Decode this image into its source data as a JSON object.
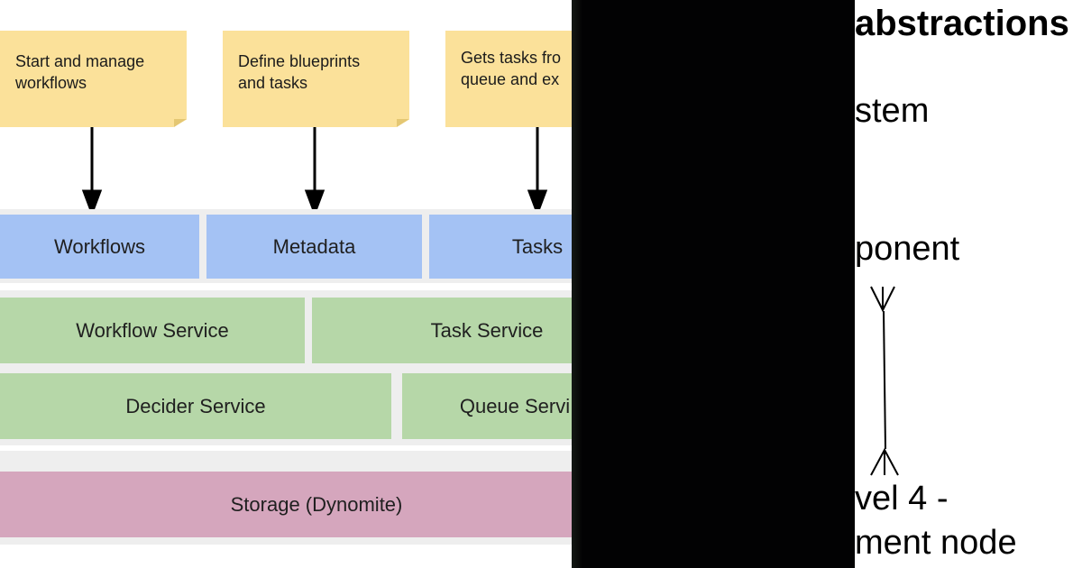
{
  "notes": [
    {
      "line1": "Start and manage",
      "line2": "workflows"
    },
    {
      "line1": "Define blueprints",
      "line2": "and tasks"
    },
    {
      "line1": "Gets tasks fro",
      "line2": "queue and ex"
    }
  ],
  "api_layer": [
    "Workflows",
    "Metadata",
    "Tasks"
  ],
  "service_layer_row1": [
    "Workflow Service",
    "Task Service"
  ],
  "service_layer_row2": [
    "Decider Service",
    "Queue Servi"
  ],
  "storage_layer": "Storage (Dynomite)",
  "right_text": {
    "heading": "abstractions",
    "line_system": "stem",
    "line_component": "ponent",
    "line_level": "vel 4 -",
    "line_node": "ment node"
  },
  "colors": {
    "note": "#fbe19a",
    "api": "#a4c2f4",
    "service": "#b6d7a8",
    "storage": "#d5a6bd",
    "band": "#eeeeee",
    "middle_panel": "#020203"
  }
}
